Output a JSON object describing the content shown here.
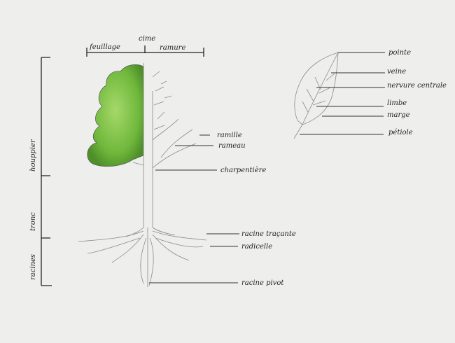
{
  "title_labels": {
    "crown": "cime",
    "foliage": "feuillage",
    "branches": "ramure"
  },
  "side_labels": {
    "canopy": "houppier",
    "trunk": "tronc",
    "roots": "racines"
  },
  "tree_labels": [
    "ramille",
    "rameau",
    "charpentière",
    "racine traçante",
    "radicelle",
    "racine pivot"
  ],
  "leaf_labels": [
    "pointe",
    "veine",
    "nervure centrale",
    "limbe",
    "marge",
    "pétiole"
  ],
  "colors": {
    "paper": "#eeeeec",
    "foliage": "#7cc044",
    "foliage_dark": "#4e8f2a",
    "pencil": "#8a8a8a"
  }
}
